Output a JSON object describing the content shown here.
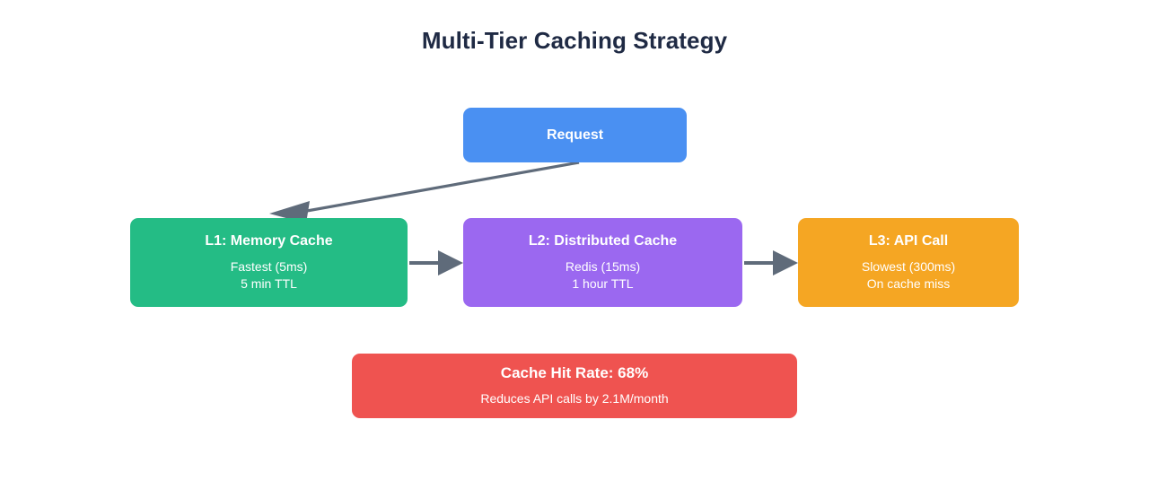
{
  "diagram": {
    "title": "Multi-Tier Caching Strategy",
    "title_color": "#1f2a44",
    "background": "#ffffff",
    "edge_color": "#5f6b7a"
  },
  "nodes": {
    "request": {
      "title": "Request",
      "color": "#4a90f2"
    },
    "l1": {
      "title": "L1: Memory Cache",
      "line1": "Fastest (5ms)",
      "line2": "5 min TTL",
      "color": "#24bc85"
    },
    "l2": {
      "title": "L2: Distributed Cache",
      "line1": "Redis (15ms)",
      "line2": "1 hour TTL",
      "color": "#9b68f0"
    },
    "l3": {
      "title": "L3: API Call",
      "line1": "Slowest (300ms)",
      "line2": "On cache miss",
      "color": "#f5a623"
    },
    "hitrate": {
      "title": "Cache Hit Rate: 68%",
      "line1": "Reduces API calls by 2.1M/month",
      "color": "#ef5350"
    }
  },
  "edges": [
    {
      "name": "request-to-l1",
      "from": "request",
      "to": "l1"
    },
    {
      "name": "l1-to-l2",
      "from": "l1",
      "to": "l2"
    },
    {
      "name": "l2-to-l3",
      "from": "l2",
      "to": "l3"
    }
  ]
}
